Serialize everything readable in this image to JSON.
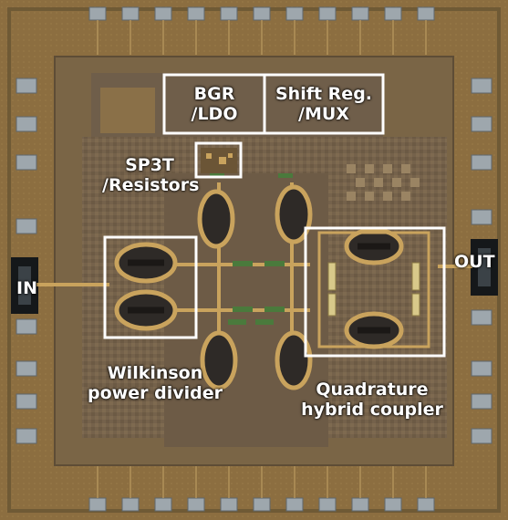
{
  "colors": {
    "substrate": "#8a6c3d",
    "die_edge": "#6f5a35",
    "core": "#6e5c47",
    "metal": "#c9a35d",
    "pad": "#9ea7ad",
    "box": "#ffffff",
    "label": "#ffffff"
  },
  "labels": {
    "bgr_line1": "BGR",
    "bgr_line2": "/LDO",
    "shift_line1": "Shift Reg.",
    "shift_line2": "/MUX",
    "sp3t_line1": "SP3T",
    "sp3t_line2": "/Resistors",
    "in_port": "IN",
    "out_port": "OUT",
    "wilkinson_line1": "Wilkinson",
    "wilkinson_line2": "power divider",
    "quad_line1": "Quadrature",
    "quad_line2": "hybrid coupler"
  }
}
